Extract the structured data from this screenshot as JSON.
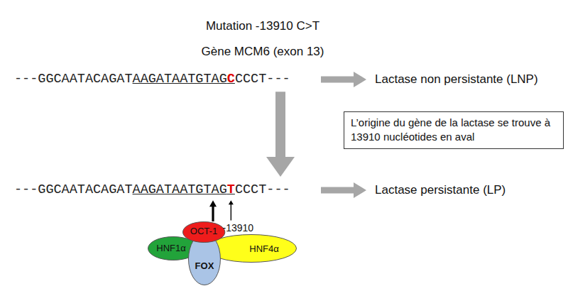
{
  "diagram": {
    "title": "Mutation -13910 C>T",
    "nodes": [
      {
        "text": [
          "L’origine du gène de la lactase se trouve à 13910 nucléotides en aval"
        ]
      },
      {
        "text": [
          "HNF1α"
        ]
      },
      {
        "text": [
          "OCT-1"
        ]
      },
      {
        "text": [
          "FOX"
        ]
      },
      {
        "text": [
          "HNF4α"
        ]
      }
    ],
    "labels": [
      "Gène MCM6 (exon 13)",
      "---GGCAATACAGAT",
      "AAGATAATGTAG",
      "C",
      "CCCT---",
      "Lactase non persistante (LNP)",
      "---GGCAATACAGAT",
      "AAGATAATGTAG",
      "T",
      "CCCT---",
      "Lactase persistante (LP)",
      "-13910"
    ]
  }
}
